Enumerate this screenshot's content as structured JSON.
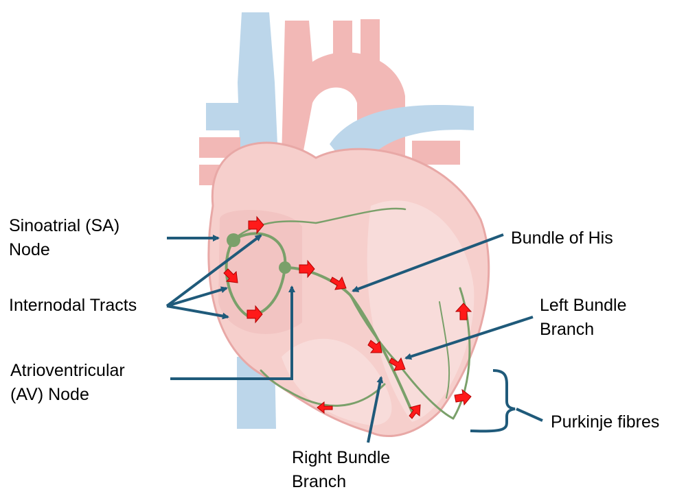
{
  "labels": {
    "sa_node": {
      "line1": "Sinoatrial (SA)",
      "line2": "Node"
    },
    "internodal": {
      "line1": "Internodal Tracts"
    },
    "av_node": {
      "line1": "Atrioventricular",
      "line2": "(AV) Node"
    },
    "bundle_his": {
      "line1": "Bundle of His"
    },
    "left_bundle": {
      "line1": "Left Bundle",
      "line2": "Branch"
    },
    "purkinje": {
      "line1": "Purkinje fibres"
    },
    "right_bundle": {
      "line1": "Right Bundle",
      "line2": "Branch"
    }
  },
  "colors": {
    "pointer": "#1f5a7a",
    "conduction": "#7aa06a",
    "impulse_arrow": "#ff1a1a",
    "artery": "#f2b8b6",
    "vein": "#bcd6ea",
    "heart_wall": "#f6cfcc"
  }
}
